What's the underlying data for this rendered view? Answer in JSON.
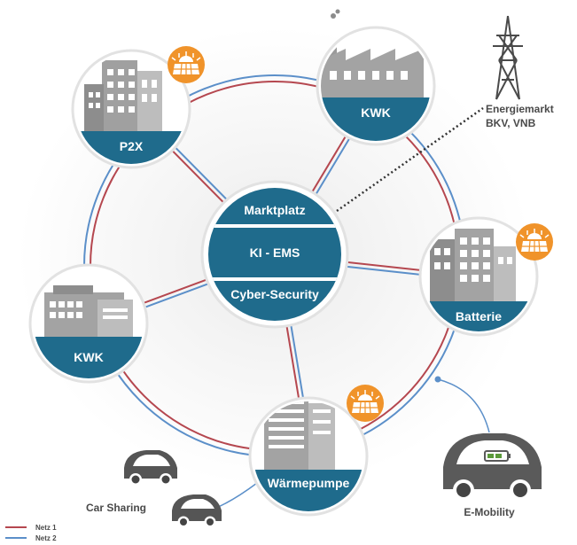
{
  "hub": {
    "top_label": "Marktplatz",
    "middle_label": "KI - EMS",
    "bottom_label": "Cyber-Security"
  },
  "nodes": {
    "p2x": "P2X",
    "kwk_top": "KWK",
    "batterie": "Batterie",
    "kwk_left": "KWK",
    "waermepumpe": "Wärmepumpe"
  },
  "external": {
    "energiemarkt_line1": "Energiemarkt",
    "energiemarkt_line2": "BKV, VNB",
    "car_sharing": "Car Sharing",
    "e_mobility": "E-Mobility"
  },
  "legend": [
    {
      "label": "Netz 1",
      "color": "#b5474f"
    },
    {
      "label": "Netz 2",
      "color": "#5b8fc9"
    }
  ],
  "colors": {
    "primary": "#1f6b8c",
    "solar_badge": "#f0932a",
    "grid1": "#b5474f",
    "grid2": "#5b8fc9",
    "building": "#9a9a9a"
  }
}
